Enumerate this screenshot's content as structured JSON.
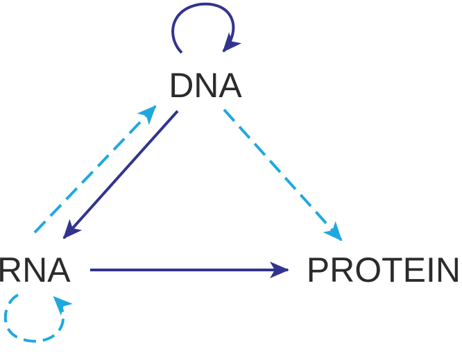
{
  "nodes": {
    "dna": {
      "label": "DNA"
    },
    "rna": {
      "label": "RNA"
    },
    "protein": {
      "label": "PROTEIN"
    }
  },
  "colors": {
    "text": "#2b2b2b",
    "solid_arrow": "#33338f",
    "dashed_arrow": "#1fa8e0",
    "background": "#ffffff"
  },
  "edges": [
    {
      "from": "dna",
      "to": "dna",
      "style": "solid"
    },
    {
      "from": "dna",
      "to": "rna",
      "style": "solid"
    },
    {
      "from": "rna",
      "to": "protein",
      "style": "solid"
    },
    {
      "from": "rna",
      "to": "dna",
      "style": "dashed"
    },
    {
      "from": "dna",
      "to": "protein",
      "style": "dashed"
    },
    {
      "from": "rna",
      "to": "rna",
      "style": "dashed"
    }
  ]
}
